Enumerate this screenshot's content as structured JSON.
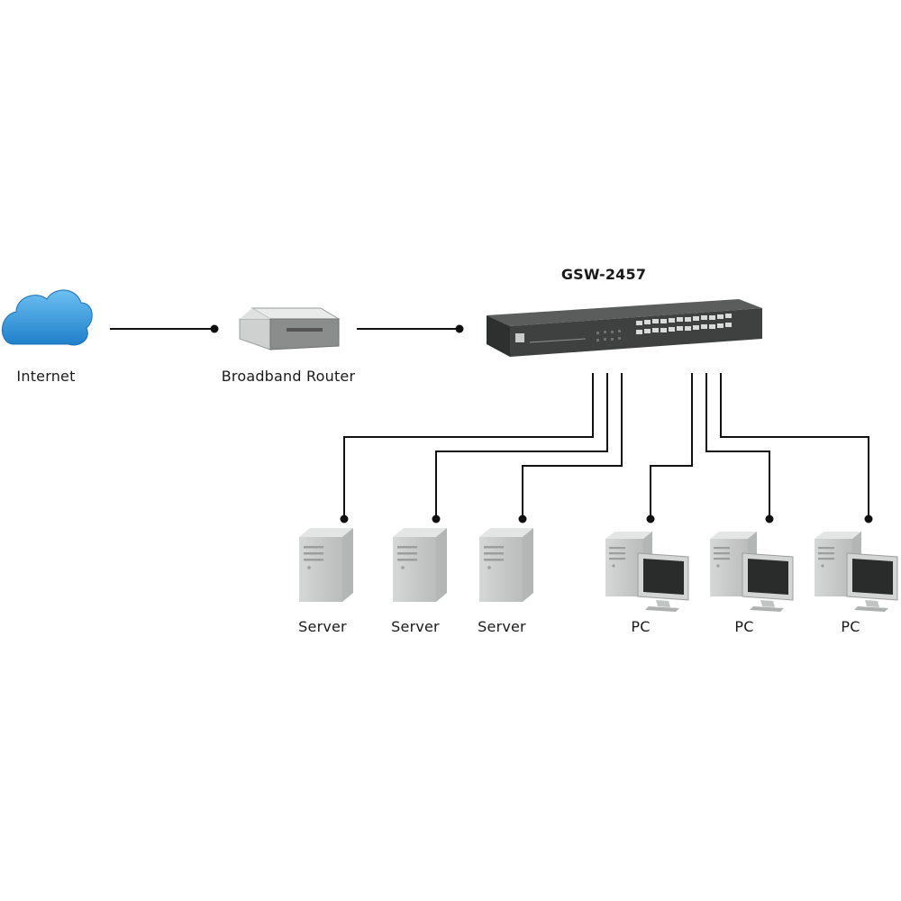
{
  "switch": {
    "model": "GSW-2457"
  },
  "nodes": {
    "internet": {
      "label": "Internet",
      "icon": "cloud-icon"
    },
    "router": {
      "label": "Broadband Router",
      "icon": "router-icon"
    },
    "server_1": {
      "label": "Server",
      "icon": "server-icon"
    },
    "server_2": {
      "label": "Server",
      "icon": "server-icon"
    },
    "server_3": {
      "label": "Server",
      "icon": "server-icon"
    },
    "pc_1": {
      "label": "PC",
      "icon": "pc-icon"
    },
    "pc_2": {
      "label": "PC",
      "icon": "pc-icon"
    },
    "pc_3": {
      "label": "PC",
      "icon": "pc-icon"
    }
  },
  "colors": {
    "cloud": "#2a8fd6",
    "connector": "#111111",
    "switch_body": "#3e4140",
    "device_gray": "#c9cbca"
  }
}
